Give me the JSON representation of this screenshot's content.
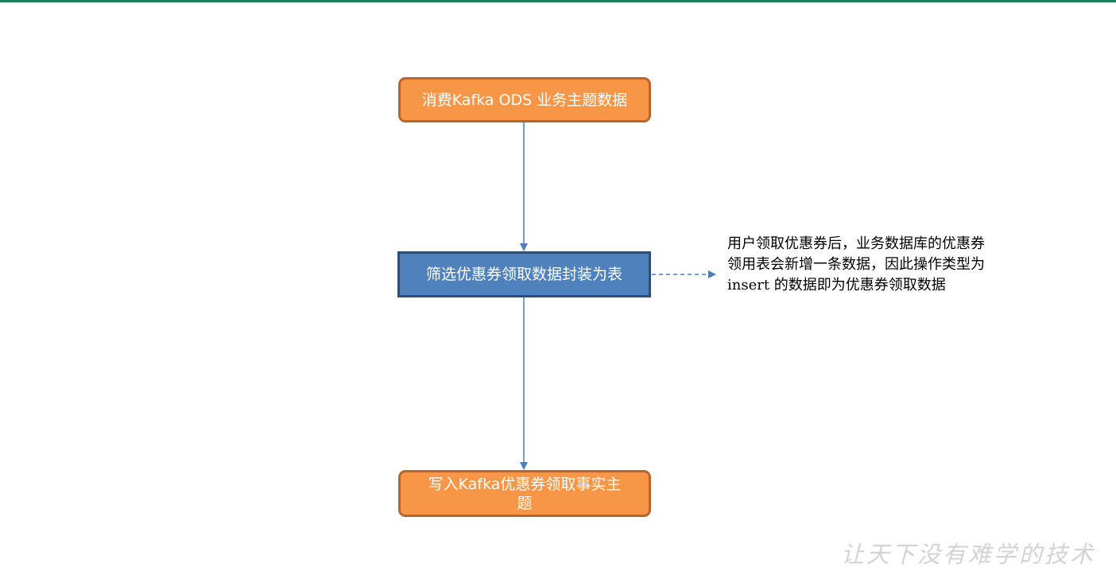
{
  "diagram": {
    "nodes": {
      "consume": "消费Kafka ODS 业务主题数据",
      "filter": "筛选优惠券领取数据封装为表",
      "write": "写入Kafka优惠券领取事实主题"
    },
    "note": "用户领取优惠券后，业务数据库的优惠券领用表会新增一条数据，因此操作类型为 insert 的数据即为优惠券领取数据"
  },
  "colors": {
    "orange_fill": "#f79646",
    "orange_border": "#b9652b",
    "blue_fill": "#4f81bd",
    "blue_border": "#2c4e7a",
    "arrow": "#4a7ebb",
    "top_bar": "#1f7a5e"
  },
  "watermark": "让天下没有难学的技术"
}
